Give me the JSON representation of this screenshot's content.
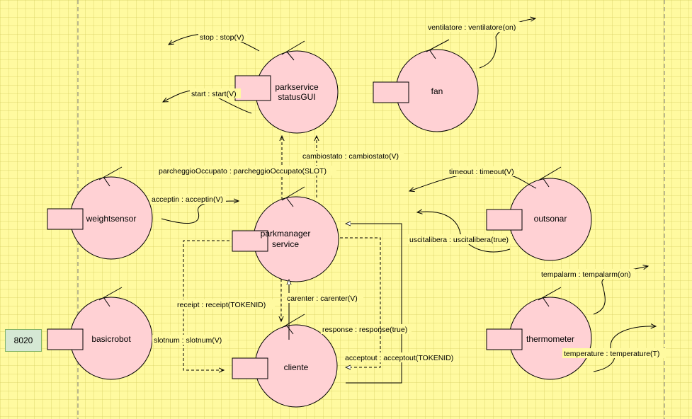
{
  "actors": {
    "parkservice": {
      "line1": "parkservice",
      "line2": "statusGUI"
    },
    "fan": "fan",
    "weightsensor": "weightsensor",
    "parkmanager": {
      "line1": "parkmanager",
      "line2": "service"
    },
    "outsonar": "outsonar",
    "basicrobot": "basicrobot",
    "cliente": "cliente",
    "thermometer": "thermometer"
  },
  "port": "8020",
  "messages": {
    "stop": "stop : stop(V)",
    "start": "start : start(V)",
    "ventilatore": "ventilatore : ventilatore(on)",
    "cambiostato": "cambiostato : cambiostato(V)",
    "parcheggioOccupato": "parcheggioOccupato : parcheggioOccupato(SLOT)",
    "timeout": "timeout : timeout(V)",
    "acceptin": "acceptin : acceptin(V)",
    "uscitalibera": "uscitalibera : uscitalibera(true)",
    "receipt": "receipt :  receipt(TOKENID)",
    "carenter": "carenter : carenter(V)",
    "tempalarm": "tempalarm : tempalarm(on)",
    "response": "response : response(true)",
    "slotnum": "slotnum : slotnum(V)",
    "temperature": "temperature : temperature(T)",
    "acceptout": "acceptout : acceptout(TOKENID)"
  }
}
